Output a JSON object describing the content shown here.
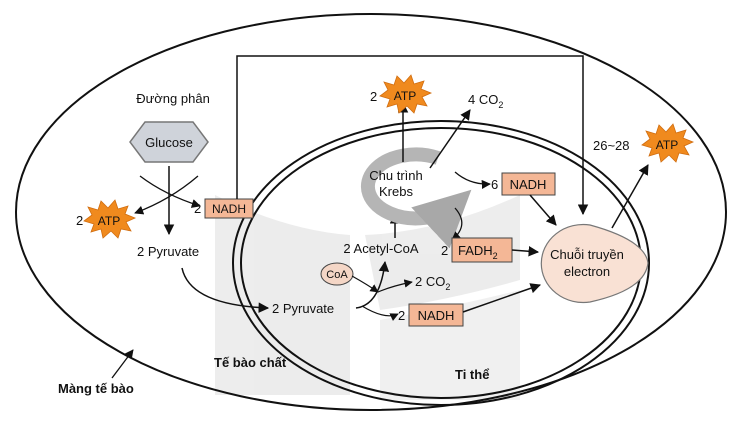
{
  "labels": {
    "glycolysis": "Đường phân",
    "glucose": "Glucose",
    "atp": "ATP",
    "atp_count_2": "2",
    "nadh": "NADH",
    "nadh_count_2": "2",
    "pyruvate_cytoplasm": "2 Pyruvate",
    "pyruvate_mito": "2 Pyruvate",
    "acetyl_coa": "2 Acetyl-CoA",
    "coa": "CoA",
    "co2_from_pyruvate": "2 CO",
    "co2_krebs": "4 CO",
    "krebs_line1": "Chu trình",
    "krebs_line2": "Krebs",
    "nadh_count_6": "6",
    "fadh2": "FADH",
    "fadh2_count": "2",
    "etc_line1": "Chuỗi truyền",
    "etc_line2": "electron",
    "atp_etc_count": "26~28",
    "cytoplasm": "Tế bào chất",
    "mitochondrion": "Ti thể",
    "cell_membrane": "Màng tế bào",
    "subscript_2": "2"
  },
  "colors": {
    "atp_burst": "#f08a1e",
    "nadh_box": "#f4b796",
    "etc_fill": "#f9e1d4",
    "glucose_fill": "#cfd3da",
    "krebs_arrow": "#b5b5b5",
    "watermark": "#d9d9d9"
  }
}
